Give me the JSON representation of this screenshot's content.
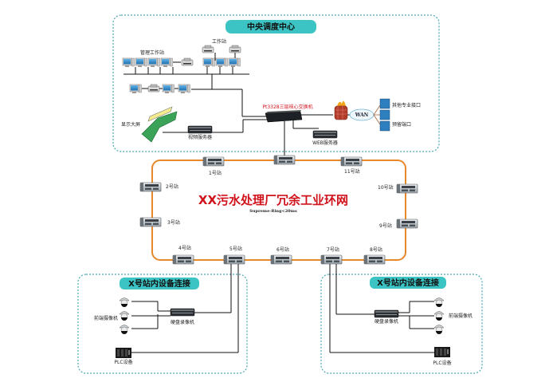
{
  "colors": {
    "accent_teal": "#3cc4c4",
    "dashed_border": "#4aa8b0",
    "ring_orange": "#e8882c",
    "title_red": "#d0121b",
    "wire": "#111111"
  },
  "central": {
    "header": "中央调度中心",
    "management_workstation": "管理工作站",
    "workstation": "工作站",
    "display_wall": "显示大屏",
    "video_server": "视频服务器",
    "core_switch": "Pt3328三层核心交换机",
    "web_server": "WEB服务器",
    "wan": "WAN",
    "other_interface": "其他专业接口",
    "reserved_port": "预留端口"
  },
  "ring": {
    "title": "XX污水处理厂冗余工业环网",
    "subtitle": "Supreme-Ring<20ms",
    "stations": [
      "1号站",
      "2号站",
      "3号站",
      "4号站",
      "5号站",
      "6号站",
      "7号站",
      "8号站",
      "9号站",
      "10号站",
      "11号站"
    ]
  },
  "station_left": {
    "header": "X号站内设备连接",
    "camera": "前端摄像机",
    "nvr": "硬盘录像机",
    "plc": "PLC设备"
  },
  "station_right": {
    "header": "X号站内设备连接",
    "camera": "前端摄像机",
    "nvr": "硬盘录像机",
    "plc": "PLC设备"
  }
}
